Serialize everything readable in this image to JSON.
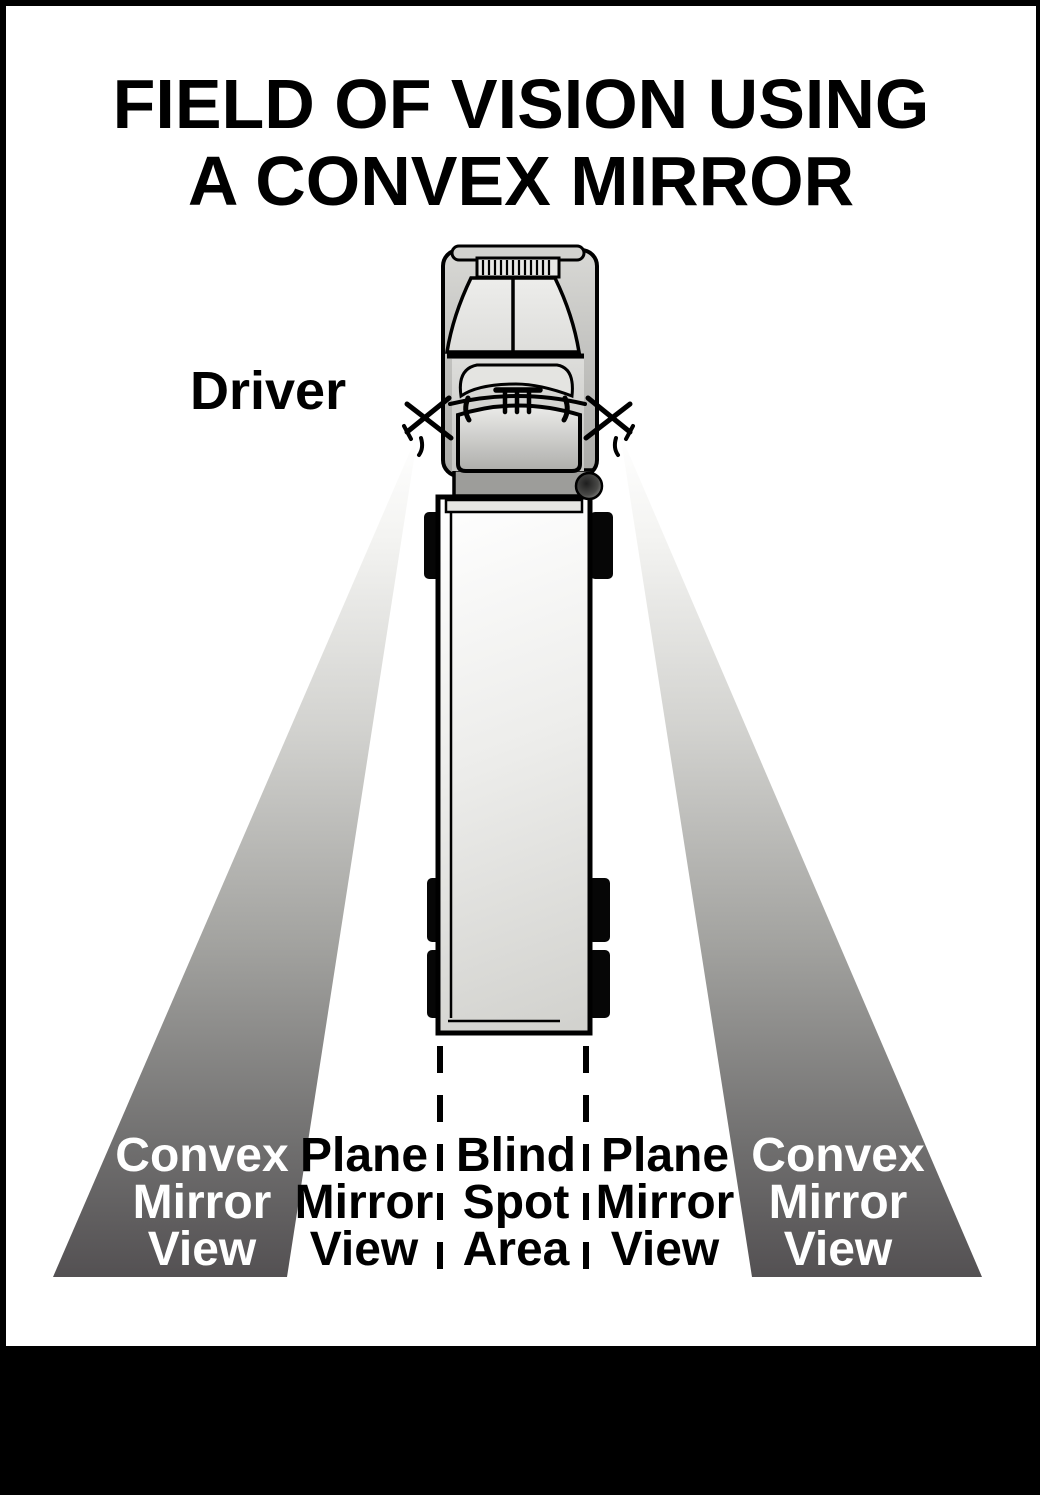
{
  "title": "FIELD OF VISION USING\nA CONVEX MIRROR",
  "driver_label": "Driver",
  "zone_labels": {
    "convex_mirror_left": "Convex\nMirror\nView",
    "plane_mirror_left": "Plane\nMirror\nView",
    "blind_spot": "Blind\nSpot\nArea",
    "plane_mirror_right": "Plane\nMirror\nView",
    "convex_mirror_right": "Convex\nMirror\nView"
  },
  "colors": {
    "background": "#000000",
    "panel": "#ffffff",
    "cone_gradient_top": "#ffffff",
    "cone_gradient_bottom": "#535052",
    "text_on_cone": "#ffffff",
    "text_on_panel": "#000000",
    "truck_outline": "#000000",
    "truck_body_light": "#f3f3f1",
    "truck_body_shadow": "#cfcfcb"
  }
}
